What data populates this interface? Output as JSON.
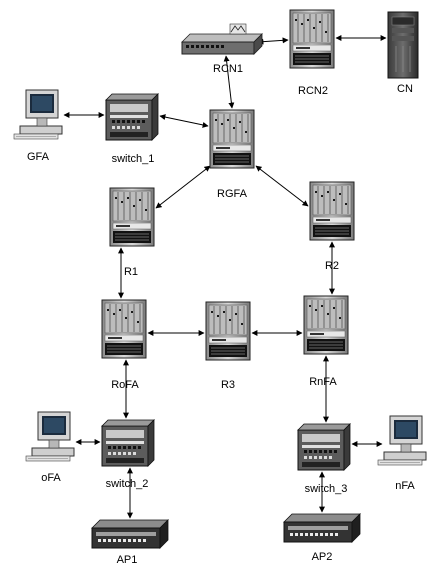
{
  "diagram": {
    "nodes": {
      "RCN1": {
        "label": "RCN1",
        "icon": "router-rack-icon"
      },
      "RCN2": {
        "label": "RCN2",
        "icon": "router-chassis-icon"
      },
      "CN": {
        "label": "CN",
        "icon": "server-tower-icon"
      },
      "GFA": {
        "label": "GFA",
        "icon": "workstation-icon"
      },
      "switch_1": {
        "label": "switch_1",
        "icon": "switch-icon"
      },
      "RGFA": {
        "label": "RGFA",
        "icon": "router-chassis-icon"
      },
      "R1": {
        "label": "R1",
        "icon": "router-chassis-icon"
      },
      "R2": {
        "label": "R2",
        "icon": "router-chassis-icon"
      },
      "RoFA": {
        "label": "RoFA",
        "icon": "router-chassis-icon"
      },
      "R3": {
        "label": "R3",
        "icon": "router-chassis-icon"
      },
      "RnFA": {
        "label": "RnFA",
        "icon": "router-chassis-icon"
      },
      "oFA": {
        "label": "oFA",
        "icon": "workstation-icon"
      },
      "switch_2": {
        "label": "switch_2",
        "icon": "switch-icon"
      },
      "switch_3": {
        "label": "switch_3",
        "icon": "switch-icon"
      },
      "nFA": {
        "label": "nFA",
        "icon": "workstation-icon"
      },
      "AP1": {
        "label": "AP1",
        "icon": "access-point-icon"
      },
      "AP2": {
        "label": "AP2",
        "icon": "access-point-icon"
      }
    },
    "links": [
      [
        "RCN1",
        "RCN2"
      ],
      [
        "RCN2",
        "CN"
      ],
      [
        "RCN1",
        "RGFA"
      ],
      [
        "GFA",
        "switch_1"
      ],
      [
        "switch_1",
        "RGFA"
      ],
      [
        "RGFA",
        "R1"
      ],
      [
        "RGFA",
        "R2"
      ],
      [
        "R1",
        "RoFA"
      ],
      [
        "R2",
        "RnFA"
      ],
      [
        "RoFA",
        "R3"
      ],
      [
        "R3",
        "RnFA"
      ],
      [
        "RoFA",
        "switch_2"
      ],
      [
        "RnFA",
        "switch_3"
      ],
      [
        "oFA",
        "switch_2"
      ],
      [
        "switch_3",
        "nFA"
      ],
      [
        "switch_2",
        "AP1"
      ],
      [
        "switch_3",
        "AP2"
      ]
    ]
  }
}
